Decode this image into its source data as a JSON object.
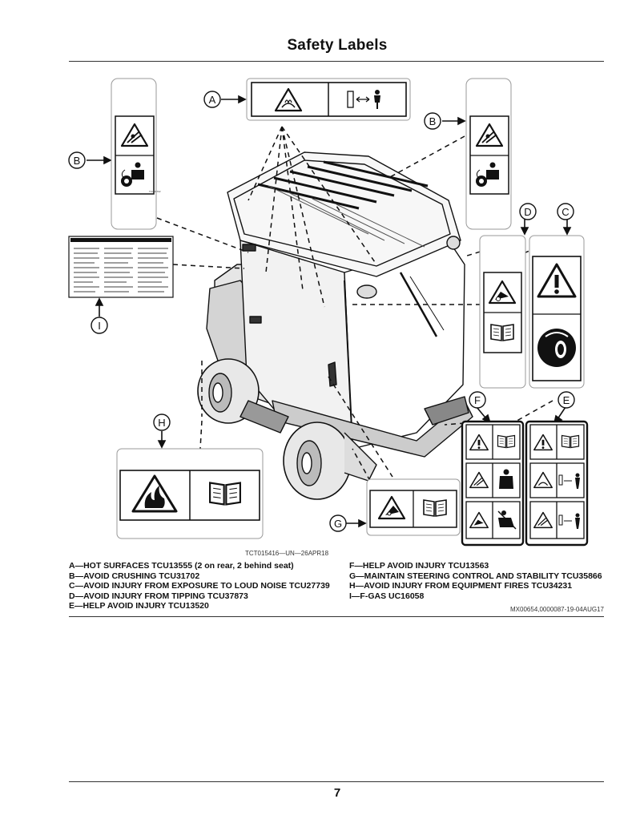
{
  "page": {
    "title": "Safety Labels",
    "page_number": "7",
    "figure_id": "TCT015416—UN—26APR18",
    "doc_ref": "MX00654,0000087-19-04AUG17"
  },
  "callouts": {
    "a": "A",
    "b": "B",
    "c": "C",
    "d": "D",
    "e": "E",
    "f": "F",
    "g": "G",
    "h": "H",
    "i": "I"
  },
  "legend": {
    "left": [
      "A—HOT SURFACES TCU13555 (2 on rear, 2 behind seat)",
      "B—AVOID CRUSHING TCU31702",
      "C—AVOID INJURY FROM EXPOSURE TO LOUD NOISE TCU27739",
      "D—AVOID INJURY FROM TIPPING TCU37873",
      "E—HELP AVOID INJURY TCU13520"
    ],
    "right": [
      "F—HELP AVOID INJURY TCU13563",
      "G—MAINTAIN STEERING CONTROL AND STABILITY TCU35866",
      "H—AVOID INJURY FROM EQUIPMENT FIRES TCU34231",
      "I—F-GAS UC16058"
    ]
  },
  "icons": {
    "hot_surface": "hot-surface-icon",
    "keep_away": "keep-away-icon",
    "crush": "crush-icon",
    "operator_seat": "operator-seat-icon",
    "alert": "alert-triangle-icon",
    "manual": "manual-book-icon",
    "hearing": "hearing-protection-icon",
    "fire": "fire-icon",
    "tipping": "tipping-icon"
  }
}
